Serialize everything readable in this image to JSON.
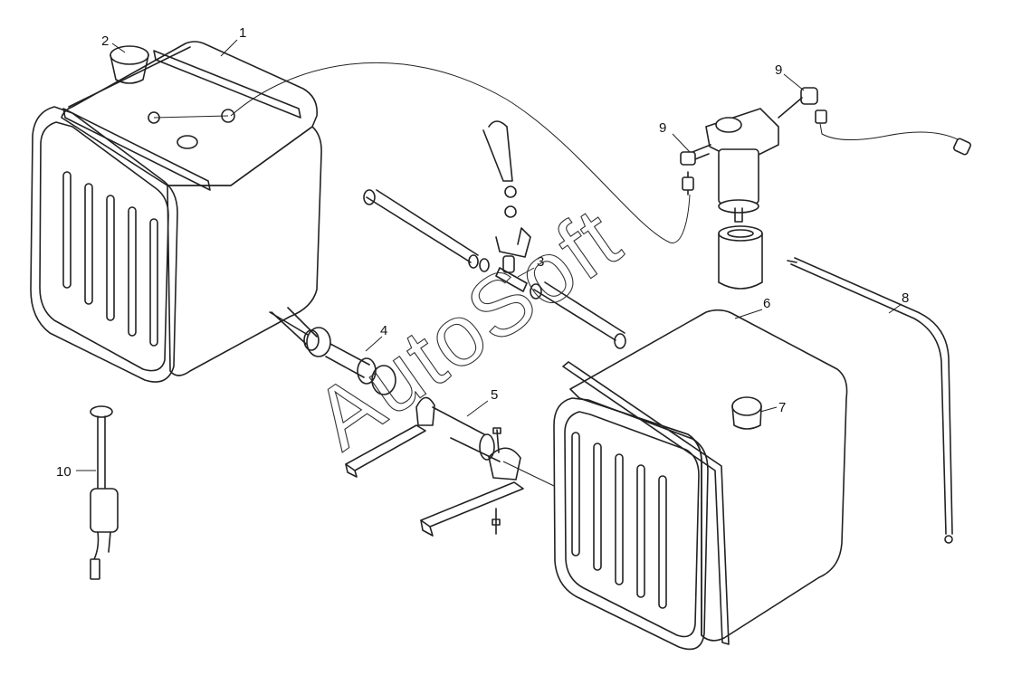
{
  "watermark": "AutoSoft",
  "callouts": {
    "c1": "1",
    "c2": "2",
    "c3": "3",
    "c4": "4",
    "c5": "5",
    "c6": "6",
    "c7": "7",
    "c8": "8",
    "c9a": "9",
    "c9b": "9",
    "c10": "10"
  }
}
